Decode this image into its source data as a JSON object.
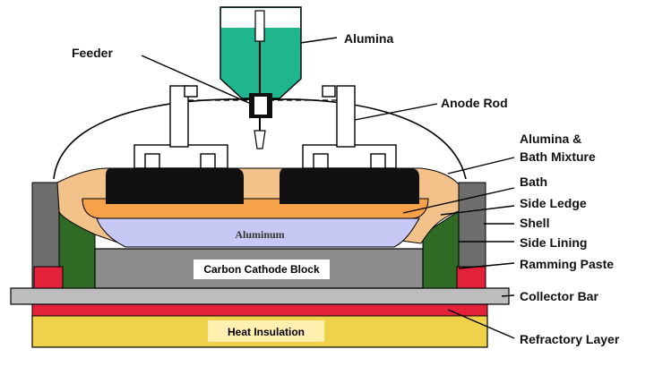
{
  "labels": {
    "alumina": "Alumina",
    "feeder": "Feeder",
    "anode_rod": "Anode Rod",
    "alumina_bath_mixture_line1": "Alumina &",
    "alumina_bath_mixture_line2": "Bath Mixture",
    "bath": "Bath",
    "side_ledge": "Side Ledge",
    "shell": "Shell",
    "side_lining": "Side Lining",
    "ramming_paste": "Ramming Paste",
    "collector_bar": "Collector Bar",
    "refractory_layer": "Refractory Layer",
    "aluminum": "Aluminum",
    "carbon_cathode_block": "Carbon Cathode Block",
    "heat_insulation": "Heat Insulation"
  },
  "colors": {
    "alumina_hopper": "#1fb58f",
    "anode_blocks": "#111111",
    "bath": "#f5a24b",
    "crust": "#f2c28a",
    "aluminum": "#c8c8f4",
    "cathode": "#8c8c8c",
    "shell": "#6e6e6e",
    "side_lining": "#2f6b25",
    "ramming_paste_block": "#e3223a",
    "collector_bar": "#bdbdbd",
    "refractory_layer": "#e3223a",
    "heat_insulation": "#f0d24a"
  }
}
